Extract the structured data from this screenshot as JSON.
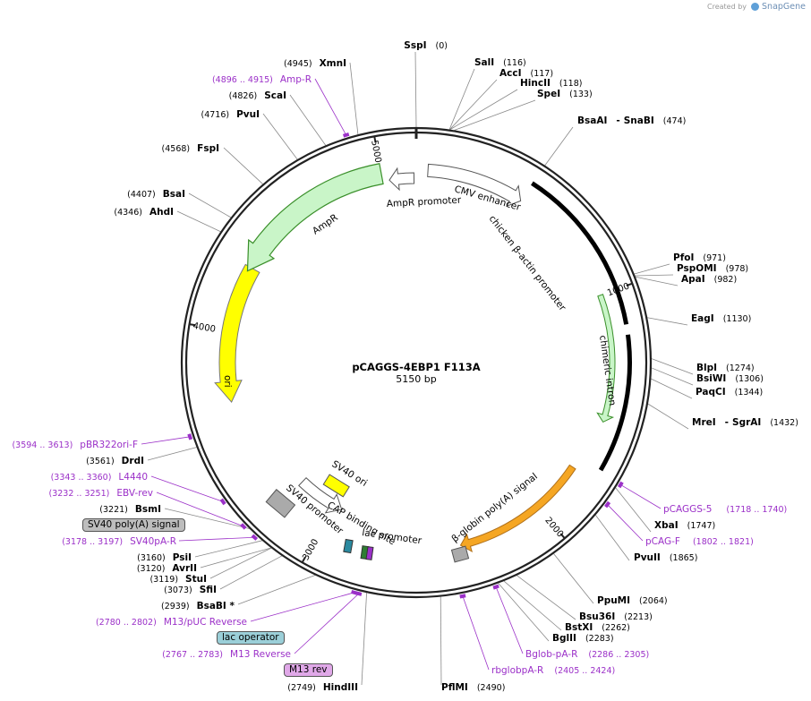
{
  "credit": {
    "prefix": "Created by",
    "brand": "SnapGene"
  },
  "plasmid": {
    "name": "pCAGGS-4EBP1 F113A",
    "length_label": "5150 bp",
    "total_bp": 5150
  },
  "ticks": [
    "1000",
    "2000",
    "3000",
    "4000",
    "5000"
  ],
  "enzymes": [
    {
      "name": "SspI",
      "pos": "(0)"
    },
    {
      "name": "SalI",
      "pos": "(116)"
    },
    {
      "name": "AccI",
      "pos": "(117)"
    },
    {
      "name": "HincII",
      "pos": "(118)"
    },
    {
      "name": "SpeI",
      "pos": "(133)"
    },
    {
      "name": "BsaAI",
      "name2": "SnaBI",
      "pos": "(474)"
    },
    {
      "name": "PfoI",
      "pos": "(971)"
    },
    {
      "name": "PspOMI",
      "pos": "(978)"
    },
    {
      "name": "ApaI",
      "pos": "(982)"
    },
    {
      "name": "EagI",
      "pos": "(1130)"
    },
    {
      "name": "BlpI",
      "pos": "(1274)"
    },
    {
      "name": "BsiWI",
      "pos": "(1306)"
    },
    {
      "name": "PaqCI",
      "pos": "(1344)"
    },
    {
      "name": "MreI",
      "name2": "SgrAI",
      "pos": "(1432)"
    },
    {
      "name": "XbaI",
      "pos": "(1747)"
    },
    {
      "name": "PvuII",
      "pos": "(1865)"
    },
    {
      "name": "PpuMI",
      "pos": "(2064)"
    },
    {
      "name": "Bsu36I",
      "pos": "(2213)"
    },
    {
      "name": "BstXI",
      "pos": "(2262)"
    },
    {
      "name": "BglII",
      "pos": "(2283)"
    },
    {
      "name": "PflMI",
      "pos": "(2490)"
    },
    {
      "name": "HindIII",
      "pos": "(2749)"
    },
    {
      "name": "BsaBI *",
      "pos": "(2939)"
    },
    {
      "name": "SfiI",
      "pos": "(3073)"
    },
    {
      "name": "StuI",
      "pos": "(3119)"
    },
    {
      "name": "AvrII",
      "pos": "(3120)"
    },
    {
      "name": "PsiI",
      "pos": "(3160)"
    },
    {
      "name": "BsmI",
      "pos": "(3221)"
    },
    {
      "name": "DrdI",
      "pos": "(3561)"
    },
    {
      "name": "AhdI",
      "pos": "(4346)"
    },
    {
      "name": "BsaI",
      "pos": "(4407)"
    },
    {
      "name": "FspI",
      "pos": "(4568)"
    },
    {
      "name": "PvuI",
      "pos": "(4716)"
    },
    {
      "name": "ScaI",
      "pos": "(4826)"
    },
    {
      "name": "XmnI",
      "pos": "(4945)"
    }
  ],
  "primers": [
    {
      "name": "pCAGGS-5",
      "range": "(1718 .. 1740)"
    },
    {
      "name": "pCAG-F",
      "range": "(1802 .. 1821)"
    },
    {
      "name": "Bglob-pA-R",
      "range": "(2286 .. 2305)"
    },
    {
      "name": "rbglobpA-R",
      "range": "(2405 .. 2424)"
    },
    {
      "name": "M13/pUC Reverse",
      "range": "(2780 .. 2802)"
    },
    {
      "name": "M13 Reverse",
      "range": "(2767 .. 2783)"
    },
    {
      "name": "SV40pA-R",
      "range": "(3178 .. 3197)"
    },
    {
      "name": "EBV-rev",
      "range": "(3232 .. 3251)"
    },
    {
      "name": "L4440",
      "range": "(3343 .. 3360)"
    },
    {
      "name": "pBR322ori-F",
      "range": "(3594 .. 3613)"
    },
    {
      "name": "Amp-R",
      "range": "(4896 .. 4915)"
    }
  ],
  "boxed_labels": {
    "sv40_polya": "SV40 poly(A) signal",
    "lac_operator": "lac operator",
    "m13_rev": "M13 rev"
  },
  "features": {
    "cmv_enhancer": "CMV enhancer",
    "chicken_actin": "chicken β-actin promoter",
    "chimeric_intron": "chimeric intron",
    "beta_globin": "β-globin poly(A) signal",
    "lac_promoter": "lac promoter",
    "cap_site": "CAP binding site",
    "sv40_promoter": "SV40 promoter",
    "sv40_ori": "SV40 ori",
    "ori": "ori",
    "ampr": "AmpR",
    "ampr_promoter": "AmpR promoter"
  },
  "colors": {
    "ampr": "#c9f5c8",
    "ori": "#ffff00",
    "polyA_arrow": "#f5a623",
    "primer": "#9b30c8",
    "lac_operator": "#9bcfd8",
    "m13_rev": "#e0a8e8",
    "sv40_polya": "#bdbdbd"
  }
}
